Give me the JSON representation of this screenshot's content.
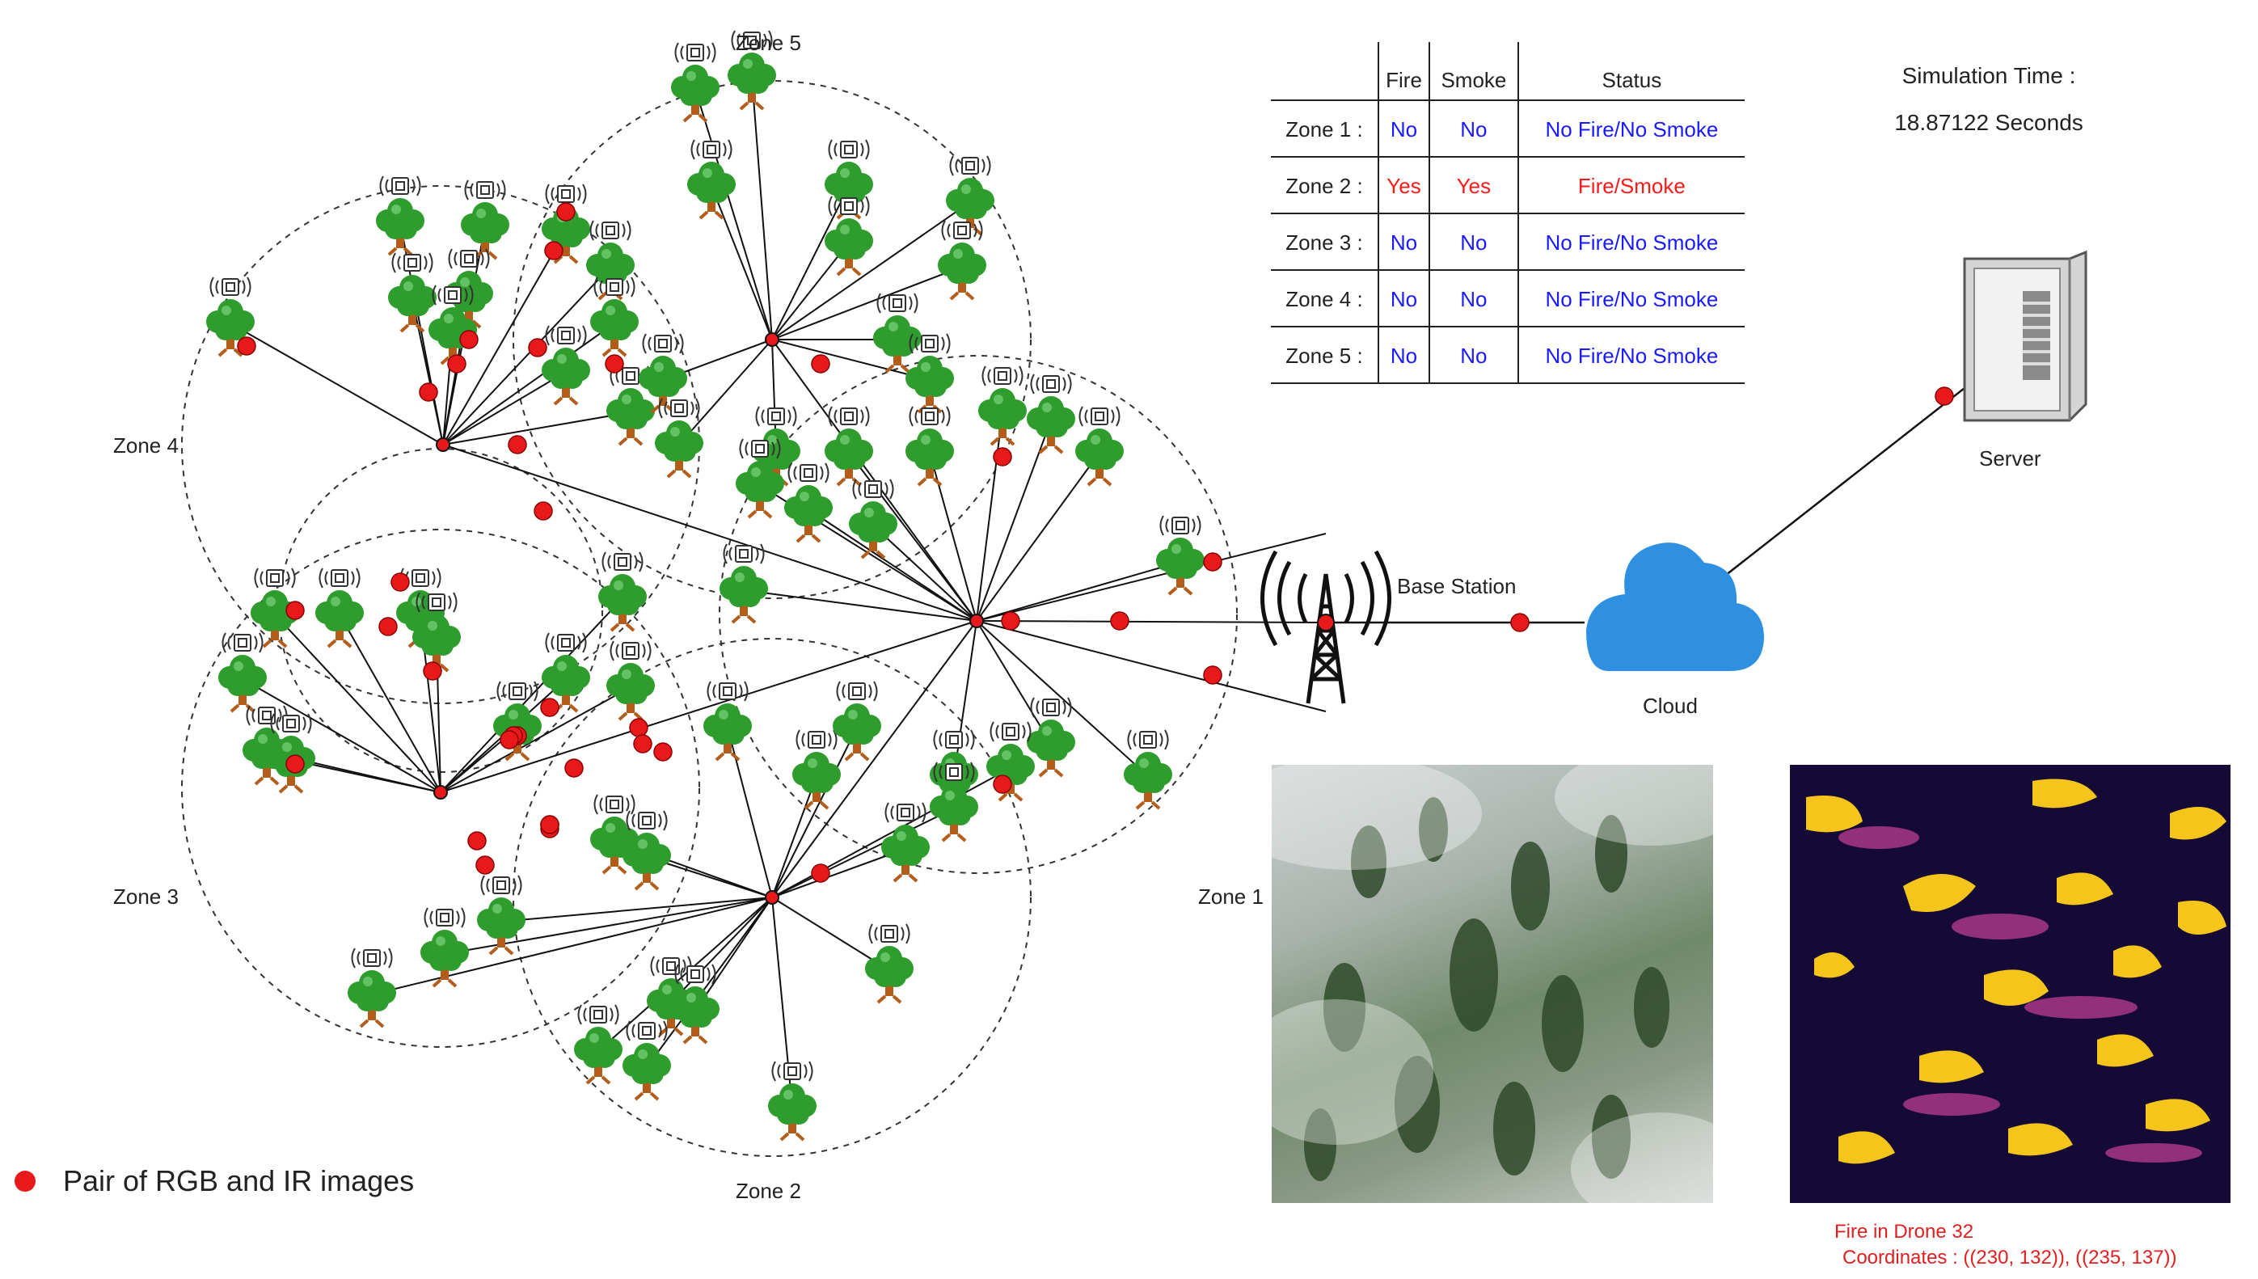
{
  "zones": {
    "zone1": "Zone 1",
    "zone2": "Zone 2",
    "zone3": "Zone 3",
    "zone4": "Zone 4",
    "zone5": "Zone 5"
  },
  "nodes": {
    "base_station": "Base Station",
    "cloud": "Cloud",
    "server": "Server"
  },
  "status_table": {
    "headers": [
      "",
      "Fire",
      "Smoke",
      "Status"
    ],
    "rows": [
      {
        "zone": "Zone 1 :",
        "fire": "No",
        "smoke": "No",
        "status": "No Fire/No Smoke",
        "alert": false
      },
      {
        "zone": "Zone 2 :",
        "fire": "Yes",
        "smoke": "Yes",
        "status": "Fire/Smoke",
        "alert": true
      },
      {
        "zone": "Zone 3 :",
        "fire": "No",
        "smoke": "No",
        "status": "No Fire/No Smoke",
        "alert": false
      },
      {
        "zone": "Zone 4 :",
        "fire": "No",
        "smoke": "No",
        "status": "No Fire/No Smoke",
        "alert": false
      },
      {
        "zone": "Zone 5 :",
        "fire": "No",
        "smoke": "No",
        "status": "No Fire/No Smoke",
        "alert": false
      }
    ]
  },
  "simulation": {
    "label": "Simulation Time :",
    "value": "18.87122 Seconds"
  },
  "detection": {
    "line1": "Fire in Drone 32",
    "line2": "Coordinates : ((230, 132)), ((235, 137))"
  },
  "legend": {
    "label": "Pair of RGB and IR images"
  },
  "colors": {
    "ok_text": "#1a1aff",
    "alert_text": "#ff1a1a",
    "tree_green": "#2e9d2e",
    "trunk": "#b45c1a",
    "marker_red": "#e8191b",
    "cloud_blue": "#2f8fe0"
  },
  "icons": {
    "drone": "drone-icon",
    "tree": "tree-icon",
    "tower": "radio-tower-icon",
    "cloud": "cloud-icon",
    "server": "server-icon"
  }
}
